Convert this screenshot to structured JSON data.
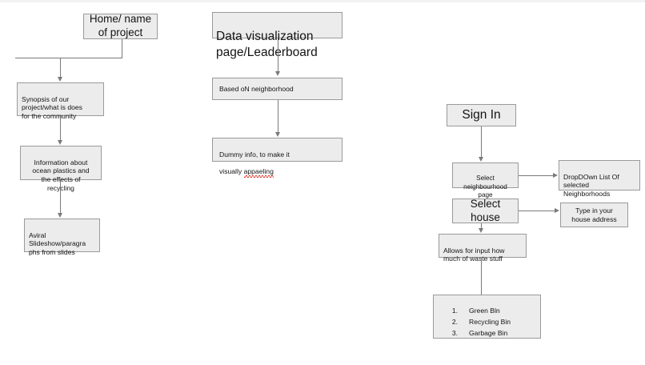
{
  "document": {
    "title": "Website flow diagram",
    "background_color": "#ffffff",
    "node_fill": "#ececec",
    "node_border": "#9a9a9a",
    "connector_color": "#7a7a7a"
  },
  "flows": {
    "home": {
      "root": "Home/ name\nof project",
      "synopsis": "Synopsis of our\nproject/what is does\nfor the community",
      "information": "Information about\nocean plastics and\nthe effects of\nrecycling",
      "slides": "Aviral\nSlideshow/paragra\nphs from slides"
    },
    "visualization": {
      "title": "Data visualization\npage/Leaderboard",
      "based_on": "Based oN neighborhood",
      "dummy_line1": "Dummy info, to make it",
      "dummy_line2_prefix": "visually ",
      "dummy_line2_misspelled": "appaeling"
    },
    "signin": {
      "root": "Sign In",
      "select_neighbourhood": "Select\nneighbourhood\npage",
      "dropdown_list": "DropDOwn List Of\nselected\nNeighborhoods",
      "select_house": "Select\nhouse",
      "type_address": "Type in your\nhouse address",
      "allows_input": "Allows for input how\nmuch of waste stuff",
      "bins": [
        {
          "num": "1.",
          "label": "Green Bln"
        },
        {
          "num": "2.",
          "label": "Recycling Bin"
        },
        {
          "num": "3.",
          "label": "Garbage Bin"
        }
      ]
    }
  }
}
